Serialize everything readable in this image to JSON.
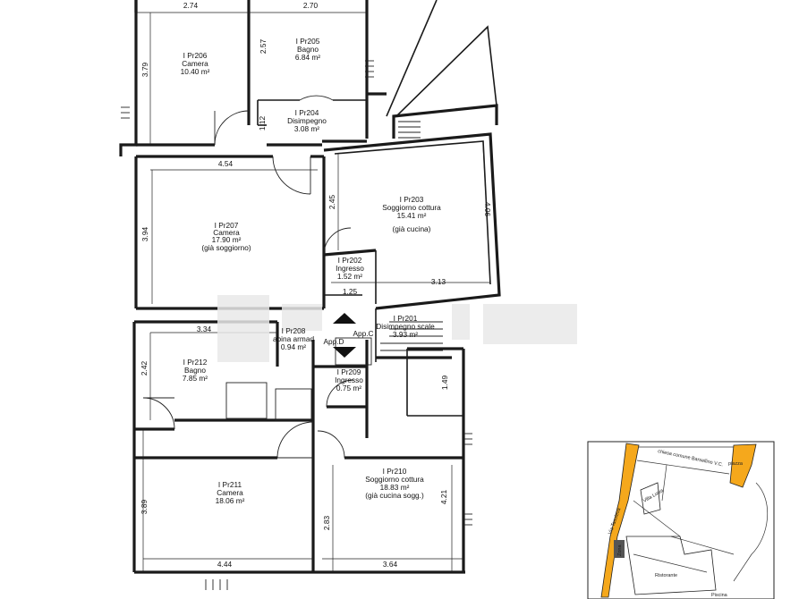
{
  "rooms": [
    {
      "code": "I Pr206",
      "name": "Camera",
      "area": "10.40 m²"
    },
    {
      "code": "I Pr205",
      "name": "Bagno",
      "area": "6.84 m²"
    },
    {
      "code": "I Pr204",
      "name": "Disimpegno",
      "area": "3.08 m²"
    },
    {
      "code": "I Pr207",
      "name": "Camera",
      "area": "17.90 m²",
      "note": "(già soggiorno)"
    },
    {
      "code": "I Pr203",
      "name": "Soggiorno cottura",
      "area": "15.41 m²",
      "note": "(già cucina)"
    },
    {
      "code": "I Pr202",
      "name": "Ingresso",
      "area": "1.52 m²"
    },
    {
      "code": "I Pr201",
      "name": "Disimpegno scale",
      "area": "3.93 m²"
    },
    {
      "code": "I Pr208",
      "name": "abina armad",
      "area": "0.94 m²"
    },
    {
      "code": "I Pr212",
      "name": "Bagno",
      "area": "7.85 m²"
    },
    {
      "code": "I Pr209",
      "name": "Ingresso",
      "area": "0.75 m²"
    },
    {
      "code": "I Pr211",
      "name": "Camera",
      "area": "18.06 m²"
    },
    {
      "code": "I Pr210",
      "name": "Soggiorno cottura",
      "area": "18.83 m²",
      "note": "(già  cucina sogg.)"
    }
  ],
  "dimensions": [
    "2.74",
    "2.70",
    "3.79",
    "2.57",
    "1.12",
    "4.54",
    "3.94",
    "2.45",
    "4.06",
    "1.25",
    "3.13",
    "3.34",
    "2.42",
    "1.49",
    "3.89",
    "2.83",
    "4.21",
    "4.44",
    "3.64"
  ],
  "apartments": [
    "App.C",
    "App.D"
  ],
  "map": {
    "labels": [
      "piazza",
      "chiesa comune Barsellino V.C.",
      "Via Tasoleva",
      "Villa Lusia",
      "Zona",
      "Ristorante",
      "Piscina"
    ],
    "colors": {
      "highlight": "#f5a81c",
      "street": "#f5a81c",
      "outline": "#222222"
    }
  }
}
